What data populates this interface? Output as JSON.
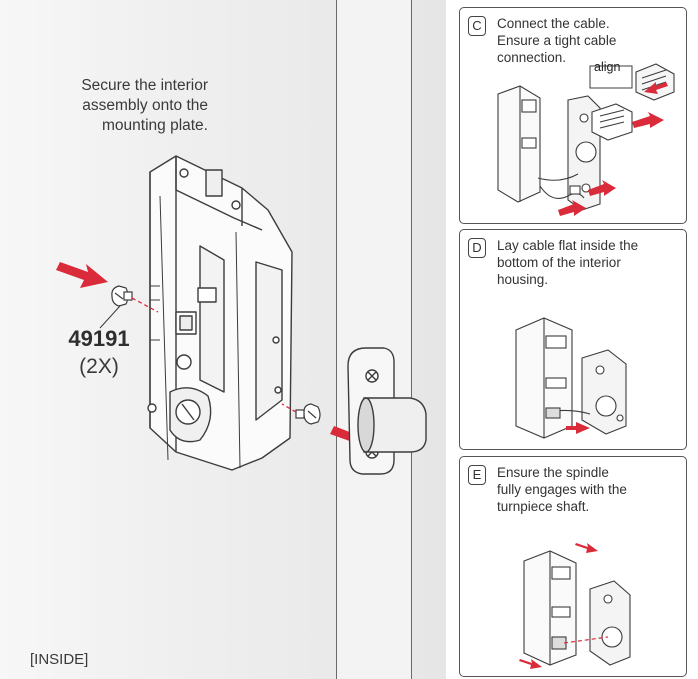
{
  "main": {
    "caption_lines": [
      "Secure the interior",
      "assembly onto the",
      "mounting plate."
    ],
    "part_number": "49191",
    "part_quantity": "(2X)",
    "location_label": "[INSIDE]"
  },
  "steps": [
    {
      "letter": "C",
      "lines": [
        "Connect the cable.",
        "Ensure a tight cable",
        "connection."
      ],
      "callout": "align"
    },
    {
      "letter": "D",
      "lines": [
        "Lay cable flat inside the",
        "bottom of the interior",
        "housing."
      ]
    },
    {
      "letter": "E",
      "lines": [
        "Ensure the spindle",
        "fully engages with the",
        "turnpiece shaft."
      ]
    }
  ],
  "colors": {
    "arrow": "#d92b3a",
    "line": "#4a4a4a",
    "door": "#ececec"
  }
}
